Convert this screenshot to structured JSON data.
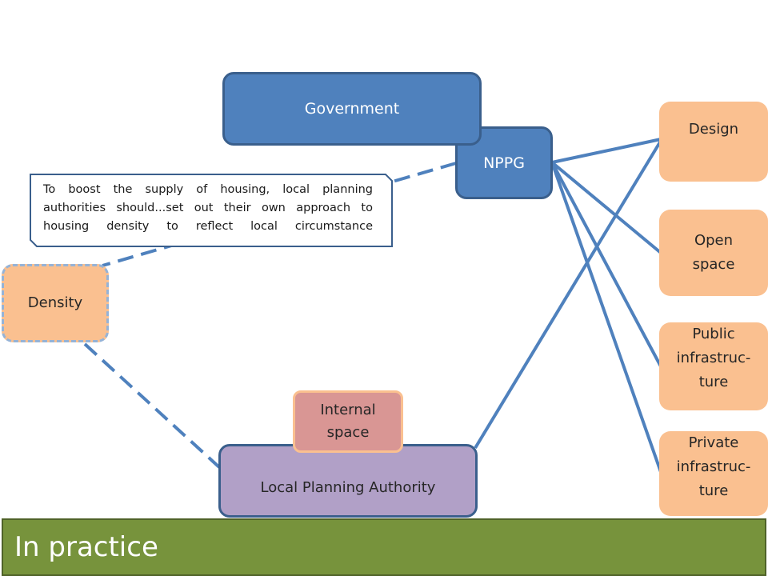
{
  "diagram": {
    "nodes": {
      "government": "Government",
      "nppg": "NPPG",
      "density": "Density",
      "lpa": "Local Planning Authority",
      "internal_space": "Internal space",
      "design": "Design",
      "open_space": "Open space",
      "public_infra": "Public infrastruc-ture",
      "private_infra": "Private infrastruc-ture"
    },
    "callout": "To boost the supply of housing, local planning authorities should...set out their own approach to housing density to reflect local circumstance",
    "footer_title": "In practice",
    "colors": {
      "blue": "#4f81bd",
      "peach": "#fac090",
      "lavender": "#b1a0c7",
      "rose": "#d99694",
      "green": "#77933c",
      "line": "#4f81bd"
    }
  }
}
